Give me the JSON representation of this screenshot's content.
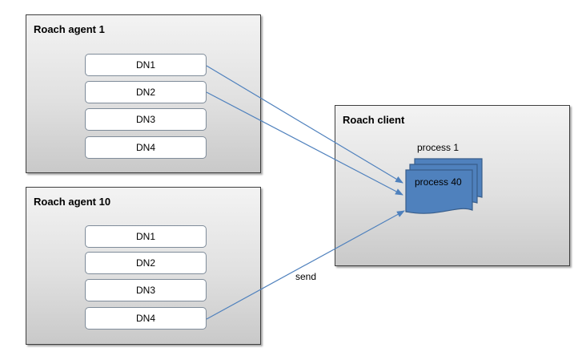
{
  "agent1": {
    "title": "Roach agent 1",
    "nodes": [
      "DN1",
      "DN2",
      "DN3",
      "DN4"
    ]
  },
  "agent10": {
    "title": "Roach agent 10",
    "nodes": [
      "DN1",
      "DN2",
      "DN3",
      "DN4"
    ]
  },
  "client": {
    "title": "Roach client",
    "process_first": "process 1",
    "process_last": "process 40"
  },
  "edge_label": "send",
  "colors": {
    "arrow": "#4f81bd",
    "process_fill": "#4f81bd",
    "process_stroke": "#385d8a"
  }
}
